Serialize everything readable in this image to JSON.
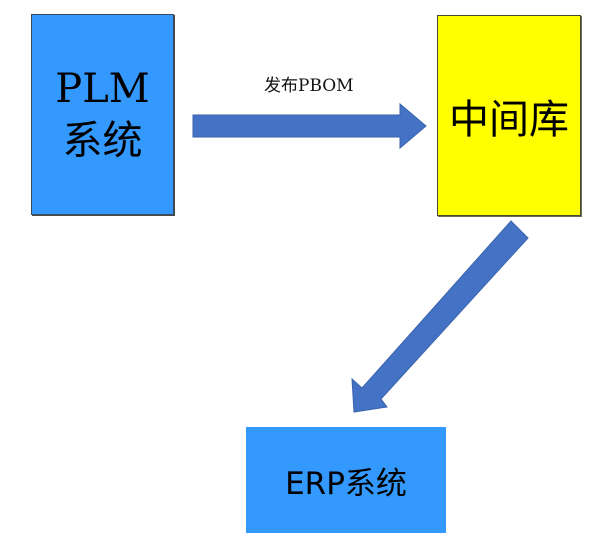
{
  "diagram": {
    "nodes": [
      {
        "id": "plm",
        "lines": [
          "PLM",
          "系统"
        ],
        "color": "#3399ff"
      },
      {
        "id": "middle-db",
        "label": "中间库",
        "color": "#ffff00"
      },
      {
        "id": "erp",
        "label": "ERP系统",
        "color": "#3399ff"
      }
    ],
    "edges": [
      {
        "from": "plm",
        "to": "middle-db",
        "label": "发布PBOM",
        "color": "#4472c4"
      },
      {
        "from": "middle-db",
        "to": "erp",
        "label": "",
        "color": "#4472c4"
      }
    ]
  }
}
